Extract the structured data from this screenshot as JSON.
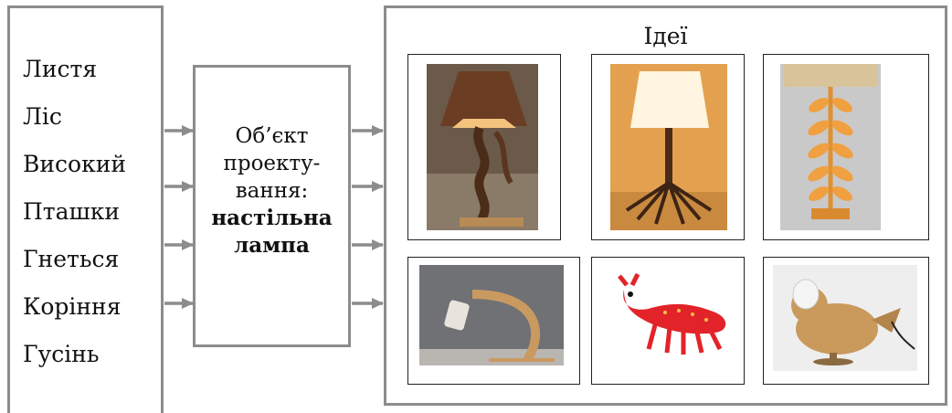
{
  "words": [
    "Листя",
    "Ліс",
    "Високий",
    "Пташки",
    "Гнеться",
    "Коріння",
    "Гусінь"
  ],
  "object": {
    "line1": "Об’єкт",
    "line2": "проекту-",
    "line3": "вання:",
    "bold1": "настільна",
    "bold2": "лампа"
  },
  "ideas_title": "Ідеї",
  "colors": {
    "border": "#8c8c8c",
    "arrow": "#8c8c8c"
  },
  "ideas": [
    {
      "icon": "driftwood-lamp-photo"
    },
    {
      "icon": "root-lamp-photo"
    },
    {
      "icon": "leaf-lamp-photo"
    },
    {
      "icon": "bent-wood-lamp-photo"
    },
    {
      "icon": "caterpillar-figure-photo"
    },
    {
      "icon": "bird-lamp-photo"
    }
  ]
}
